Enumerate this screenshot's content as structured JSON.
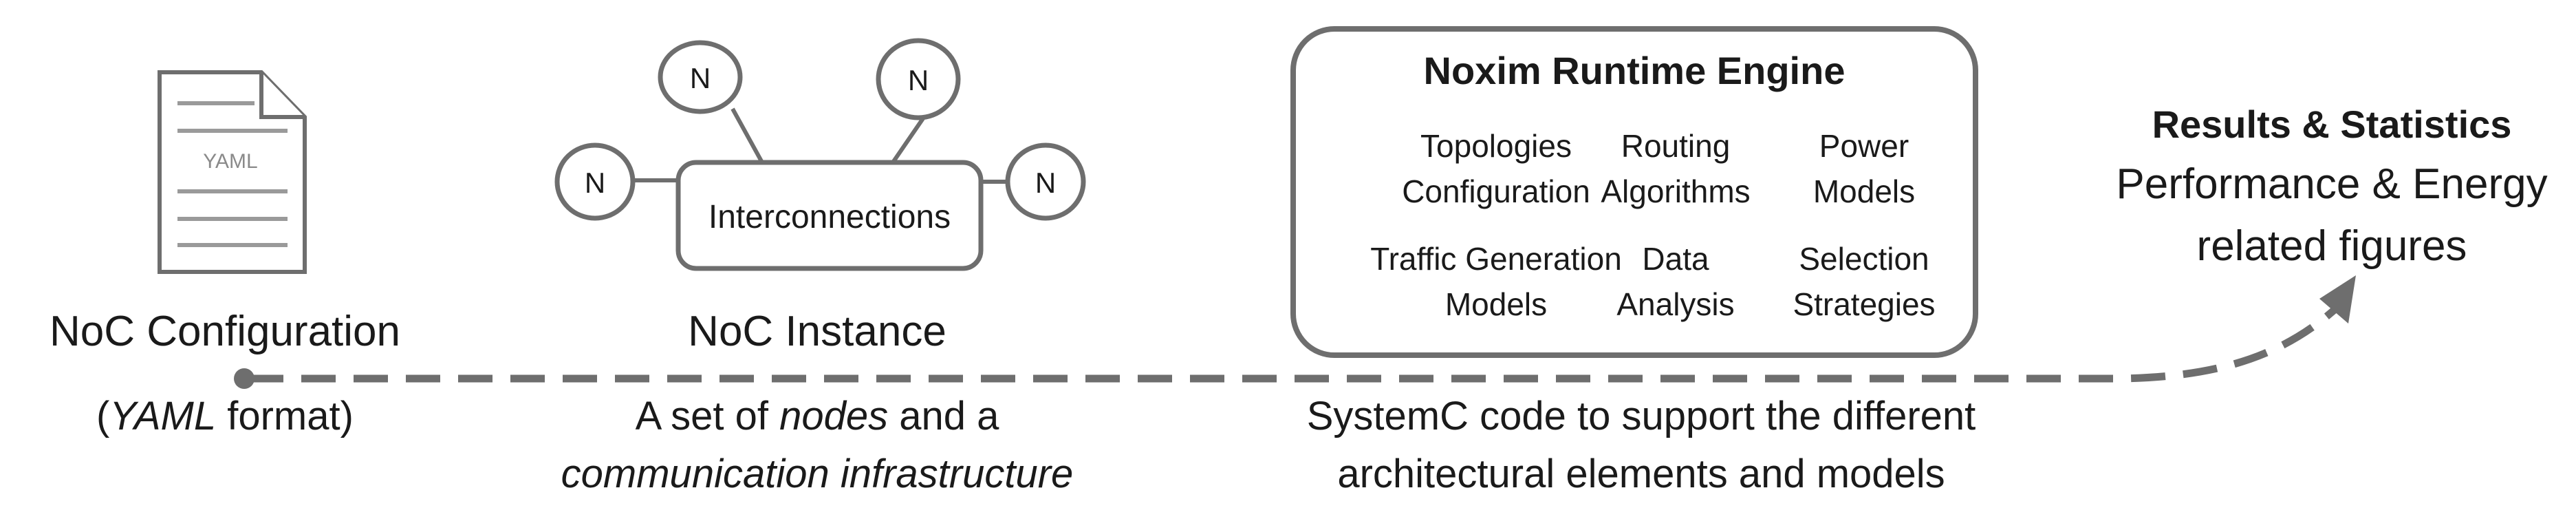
{
  "config": {
    "icon_label": "YAML",
    "title": "NoC Configuration",
    "subtitle_open": "(",
    "subtitle_em": "YAML",
    "subtitle_rest": " format)"
  },
  "instance": {
    "center_label": "Interconnections",
    "node_label": "N",
    "title": "NoC Instance",
    "desc_line1_a": "A set of ",
    "desc_line1_em": "nodes",
    "desc_line1_b": " and a",
    "desc_line2_em": "communication infrastructure"
  },
  "engine": {
    "title": "Noxim Runtime Engine",
    "cells": [
      {
        "l1": "Topologies",
        "l2": "Configuration"
      },
      {
        "l1": "Routing",
        "l2": "Algorithms"
      },
      {
        "l1": "Power",
        "l2": "Models"
      },
      {
        "l1": "Traffic Generation",
        "l2": "Models"
      },
      {
        "l1": "Data",
        "l2": "Analysis"
      },
      {
        "l1": "Selection",
        "l2": "Strategies"
      }
    ],
    "desc_line1": "SystemC code to support the different",
    "desc_line2": "architectural elements and models"
  },
  "results": {
    "title": "Results & Statistics",
    "line1": "Performance & Energy",
    "line2": "related figures"
  },
  "colors": {
    "stroke": "#6e6e6e",
    "text": "#1a1a1a",
    "dash": "#6e6e6e"
  }
}
